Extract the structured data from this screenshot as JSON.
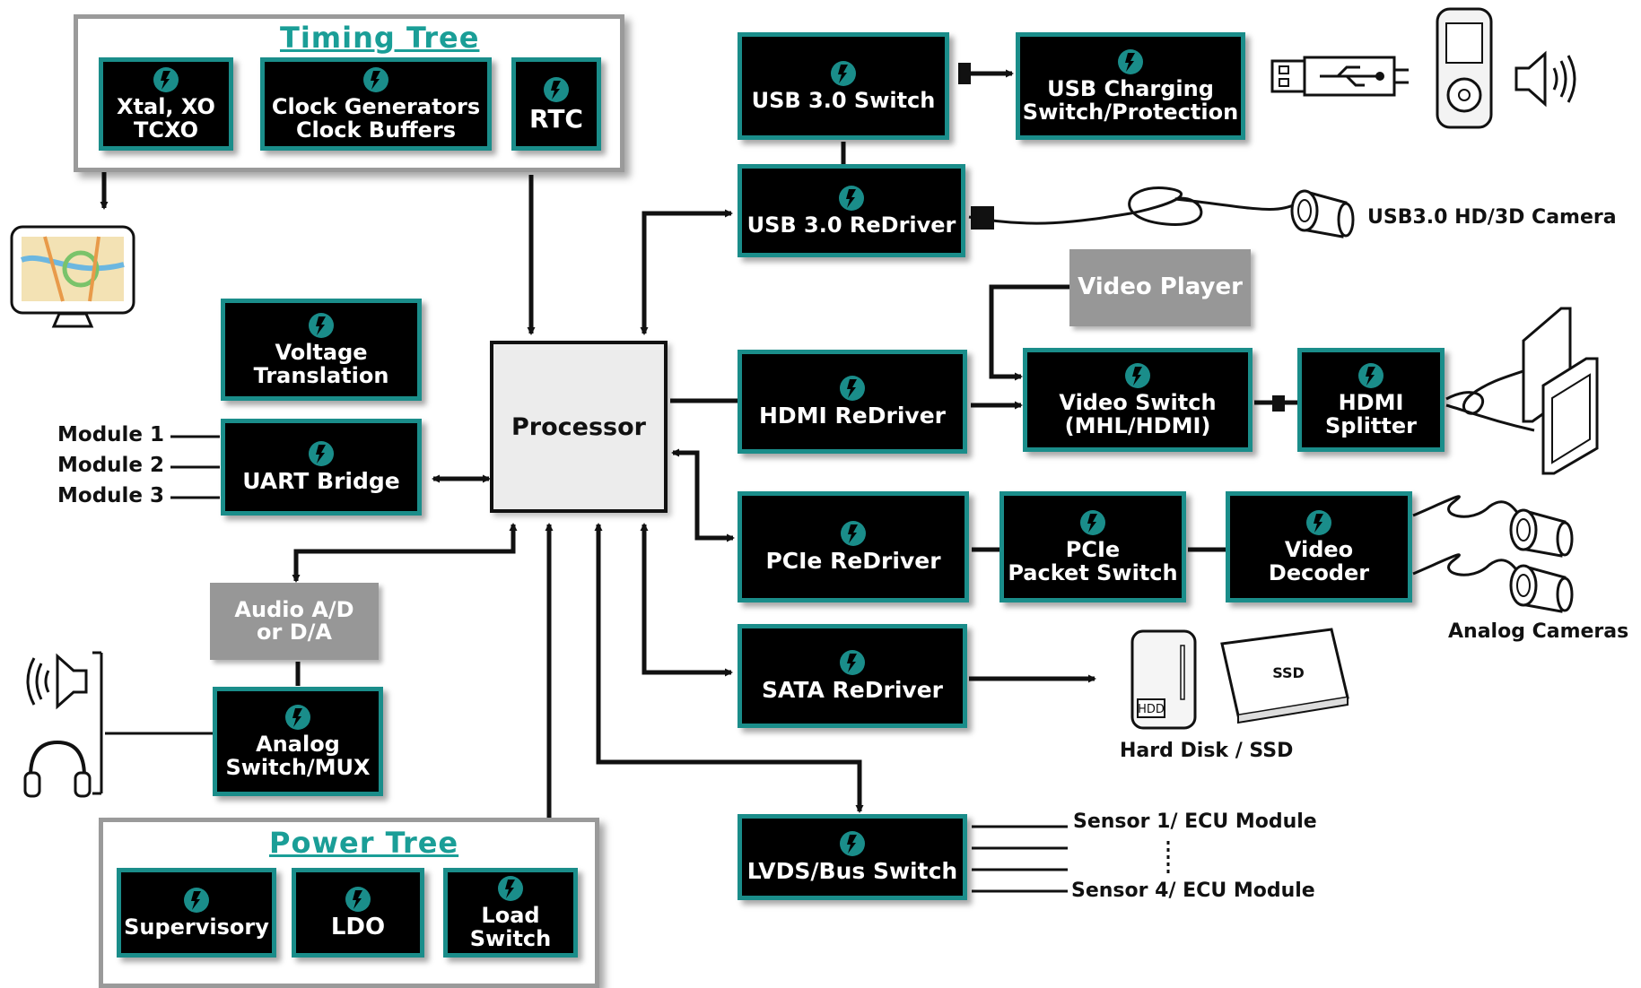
{
  "groups": {
    "timing_tree": "Timing Tree",
    "power_tree": "Power Tree"
  },
  "blocks": {
    "xtal": "Xtal, XO\nTCXO",
    "clock_gen": "Clock Generators\nClock Buffers",
    "rtc": "RTC",
    "voltage_translation": "Voltage\nTranslation",
    "uart_bridge": "UART Bridge",
    "analog_switch": "Analog\nSwitch/MUX",
    "supervisory": "Supervisory",
    "ldo": "LDO",
    "load_switch": "Load\nSwitch",
    "usb_switch": "USB 3.0 Switch",
    "usb_charging": "USB Charging\nSwitch/Protection",
    "usb_redriver": "USB 3.0 ReDriver",
    "hdmi_redriver": "HDMI ReDriver",
    "video_switch": "Video Switch\n(MHL/HDMI)",
    "hdmi_splitter": "HDMI\nSplitter",
    "pcie_redriver": "PCIe ReDriver",
    "pcie_switch": "PCIe\nPacket Switch",
    "video_decoder": "Video\nDecoder",
    "sata_redriver": "SATA ReDriver",
    "lvds_switch": "LVDS/Bus Switch"
  },
  "gray_boxes": {
    "audio": "Audio A/D\nor D/A",
    "video_player": "Video Player"
  },
  "processor": "Processor",
  "modules": [
    "Module 1",
    "Module 2",
    "Module 3"
  ],
  "labels": {
    "camera": "USB3.0 HD/3D Camera",
    "analog_cameras": "Analog Cameras",
    "hard_disk": "Hard Disk / SSD",
    "ssd": "SSD",
    "hdd": "HDD",
    "sensor1": "Sensor 1/ ECU Module",
    "sensor4": "Sensor 4/ ECU Module"
  },
  "colors": {
    "teal_border": "#1a8d8a",
    "teal_title": "#1a9e97",
    "gray_box": "#979797",
    "group_border": "#9a9a9a"
  },
  "icons": [
    "usb-plug-icon",
    "media-player-icon",
    "speaker-icon",
    "headphones-icon",
    "map-monitor-icon",
    "camera-icon",
    "display-icon",
    "hard-disk-icon",
    "ssd-icon",
    "company-logo-icon"
  ]
}
